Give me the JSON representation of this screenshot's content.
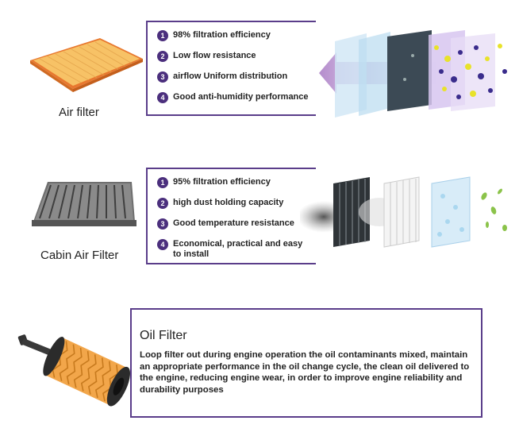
{
  "air_filter": {
    "caption": "Air filter",
    "features": [
      {
        "num": "1",
        "text": "98% filtration efficiency"
      },
      {
        "num": "2",
        "text": "Low flow resistance"
      },
      {
        "num": "3",
        "text": "airflow Uniform distribution"
      },
      {
        "num": "4",
        "text": "Good anti-humidity performance"
      }
    ]
  },
  "cabin_air_filter": {
    "caption": "Cabin Air Filter",
    "features": [
      {
        "num": "1",
        "text": "95% filtration efficiency"
      },
      {
        "num": "2",
        "text": "high dust holding capacity"
      },
      {
        "num": "3",
        "text": "Good temperature resistance"
      },
      {
        "num": "4",
        "text": "Economical, practical and easy to install"
      }
    ]
  },
  "oil_filter": {
    "title": "Oil Filter",
    "description": "Loop filter out during engine operation the oil contaminants mixed, maintain an appropriate performance in the oil change cycle, the clean oil delivered to the engine, reducing engine wear, in order to improve engine reliability and durability purposes"
  },
  "colors": {
    "accent_purple": "#4b2f7d",
    "filter_orange": "#f2a64a",
    "arrow_purple": "#b08ec7"
  },
  "icons": [
    "air-filter-image",
    "cabin-filter-image",
    "oil-filter-image",
    "airflow-arrow",
    "filter-layers"
  ]
}
